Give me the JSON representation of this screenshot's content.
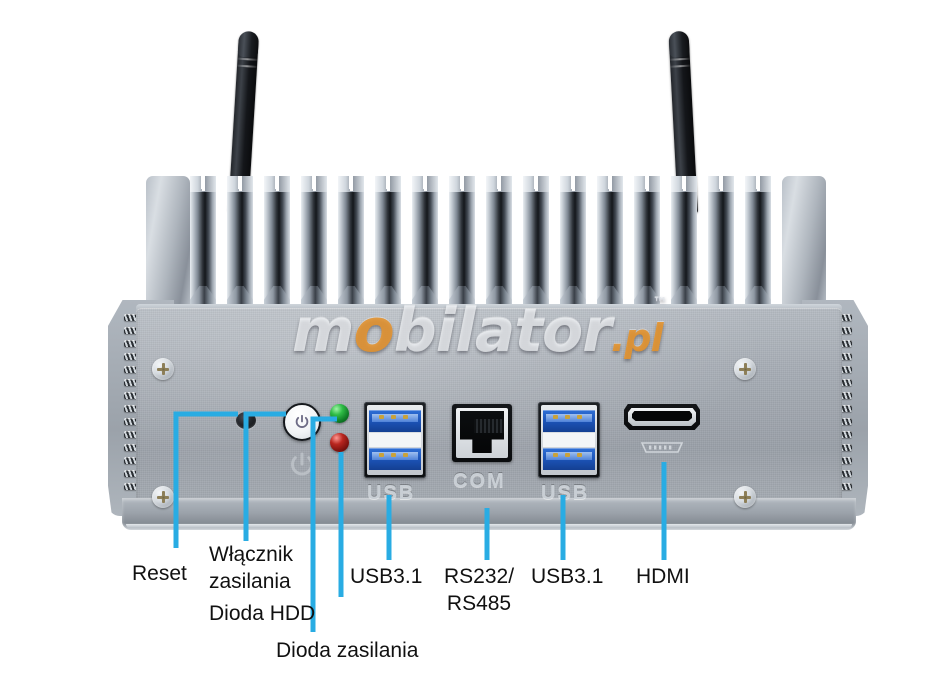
{
  "image": {
    "subject": "fanless industrial mini PC front panel",
    "watermark": {
      "text_main": "m",
      "text_o": "o",
      "text_rest": "bilator",
      "text_tld": ".pl",
      "tm": "™",
      "accent_color": "#e2922e"
    }
  },
  "panel": {
    "silkscreen": [
      {
        "name": "usb-left-silk",
        "text": "USB"
      },
      {
        "name": "com-silk",
        "text": "COM"
      },
      {
        "name": "usb-right-silk",
        "text": "USB"
      }
    ],
    "controls": [
      {
        "name": "reset-hole",
        "label": "Reset"
      },
      {
        "name": "power-button",
        "label": "Włącznik zasilania"
      },
      {
        "name": "power-led",
        "label": "Dioda zasilania",
        "color": "#2fbc46"
      },
      {
        "name": "hdd-led",
        "label": "Dioda HDD",
        "color": "#b9261f"
      }
    ]
  },
  "callouts": [
    {
      "id": "reset",
      "text": "Reset"
    },
    {
      "id": "power_sw",
      "text": "Włącznik\nzasilania"
    },
    {
      "id": "hdd_led",
      "text": "Dioda HDD"
    },
    {
      "id": "pwr_led",
      "text": "Dioda zasilania"
    },
    {
      "id": "usb_left",
      "text": "USB3.1"
    },
    {
      "id": "serial",
      "text": "RS232/\nRS485"
    },
    {
      "id": "usb_right",
      "text": "USB3.1"
    },
    {
      "id": "hdmi",
      "text": "HDMI"
    }
  ],
  "colors": {
    "callout_line": "#29ace3",
    "label_text": "#111111",
    "chassis": "#a8aeb6",
    "background": "#ffffff"
  }
}
